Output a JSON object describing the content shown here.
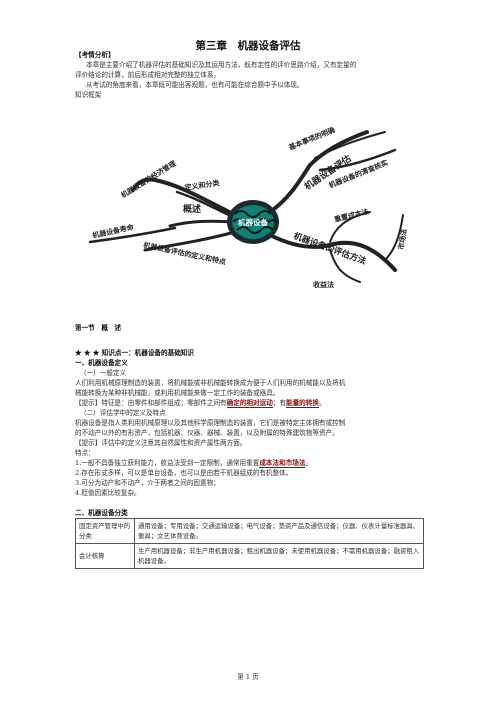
{
  "doc": {
    "chapter_title": "第三章　机器设备评估",
    "analysis_heading": "【考情分析】",
    "analysis_line1": "本章是主要介绍了机器评估的基础知识及其运用方法，既有定性的评价思路介绍，又有定量的",
    "analysis_line2": "评价结论的计算，前后形成相对完整的独立体系。",
    "analysis_line3": "从考试的角度来看，本章既可能出客观题，也有可能在综合题中予以体现。",
    "framework_label": "知识框架",
    "section_title": "第一节　概　述",
    "kp_heading": "★ ★ ★ 知识点一：机器设备的基础知识",
    "sub1_title": "一、机器设备定义",
    "sub1_a": "（一）一般定义",
    "sub1_a_line1": "人们利用机械原理制造的装置，将机械能或非机械能转换成为便于人们利用的机械能以及将机",
    "sub1_a_line2": "械能转换为某种非机械能，或利用机械能来做一定工作的装备或器具。",
    "tip1_pre": "【提示】特征是：由零件和部件组成；零部件之间有",
    "tip1_red1": "确定的相对运动",
    "tip1_mid": "；有",
    "tip1_red2": "能量的转换",
    "tip1_end": "。",
    "sub1_b": "（二）评估学中的定义及特点",
    "sub1_b_line1": "机器设备是指人类利用机械原理以及其他科学原理制造的装置，它们是被特定主体拥有或控制",
    "sub1_b_line2": "的不动产以外的有形资产，包括机器、仪器、器械、装置，以及附属的特殊建筑物等资产。",
    "tip2": "【提示】评估中的定义注意其自然属性和资产属性两方面。",
    "features_label": "特点：",
    "feat1_pre": "1.一般不具备独立获利能力，收益法受到一定限制，通常用重置",
    "feat1_red": "成本法和市场法",
    "feat1_end": "。",
    "feat2": "2.存在形式多样，可以是单台设备，也可以是由若干机器组成的有机整体。",
    "feat3": "3.可分为动产和不动产，介于两者之间的固置物；",
    "feat4": "4.贬值因素比较复杂。",
    "sub2_title": "二、机器设备分类",
    "table": [
      {
        "head": "固定资产管理中的分类",
        "body": "通用设备；专用设备；交通运输设备；电气设备；垫资产品及通信设备；仪器、仪表计量标准器具、衡具；文艺体育设备。"
      },
      {
        "head": "会计核算",
        "body": "生产用机器设备；非生产用机器设备；租出机器设备；未使用机器设备；不需用机器设备；融资租入机器设备。"
      }
    ],
    "page_footer": "第 1 页"
  },
  "mindmap": {
    "center_label": "机器设备",
    "branches": [
      "机器设备的经济管理",
      "定义和分类",
      "概述",
      "机器设备寿命",
      "机器设备评估的定义和特点",
      "基本事项的明确",
      "机器设备评估",
      "机器设备的清查核实",
      "重置成本法",
      "市场法",
      "机器设备的评估方法",
      "收益法"
    ]
  }
}
